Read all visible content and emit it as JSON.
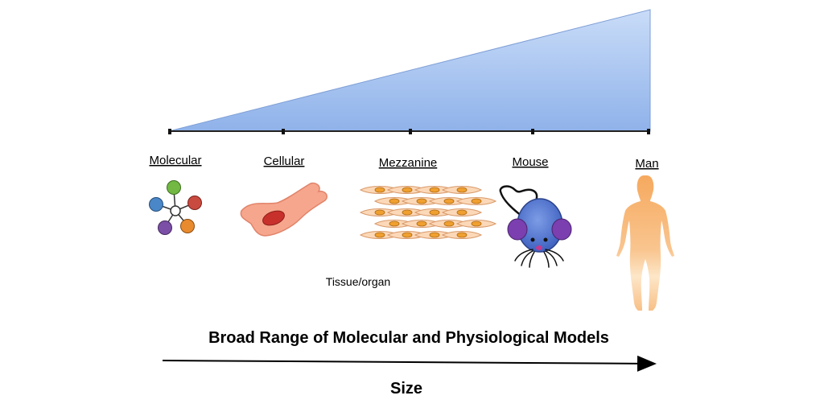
{
  "diagram": {
    "scale_labels": [
      "Molecular",
      "Cellular",
      "Mezzanine",
      "Mouse",
      "Man"
    ],
    "tissue_label": "Tissue/organ",
    "title": "Broad Range of Molecular and Physiological Models",
    "axis_label": "Size",
    "colors": {
      "wedge_top": "#b7d0f5",
      "wedge_bottom": "#8fb2ea",
      "wedge_stroke": "#7f9fd6",
      "cell_body": "#f4a088",
      "nucleus": "#c8302c",
      "mouse_body": "#5b7fd6",
      "mouse_ear": "#7b3fb0",
      "human_top": "#f7b06a",
      "human_bottom": "#fde2c2"
    },
    "molecule_colors": [
      "#72b843",
      "#c94a3f",
      "#e88a2e",
      "#7b4fa6",
      "#4a87c8"
    ]
  }
}
